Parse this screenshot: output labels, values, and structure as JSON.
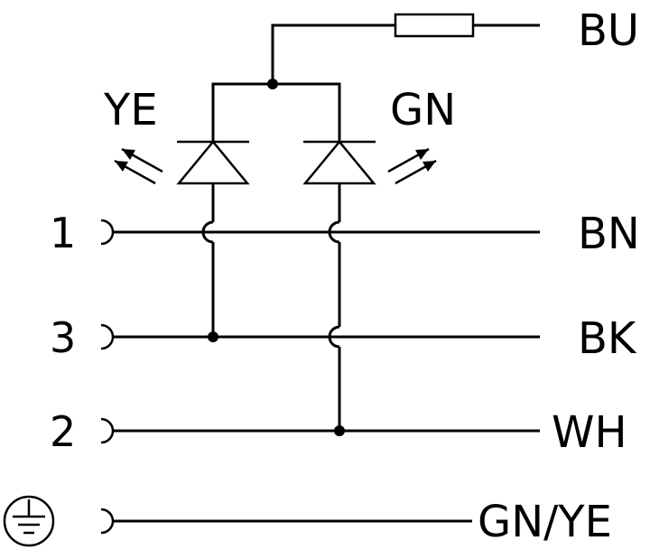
{
  "led_labels": {
    "left": "YE",
    "right": "GN"
  },
  "wire_colors": {
    "top": "BU",
    "pin1": "BN",
    "pin3": "BK",
    "pin2": "WH",
    "ground": "GN/YE"
  },
  "pins": {
    "a": "1",
    "b": "3",
    "c": "2"
  },
  "colors": {
    "line": "#000000",
    "background": "#ffffff"
  }
}
